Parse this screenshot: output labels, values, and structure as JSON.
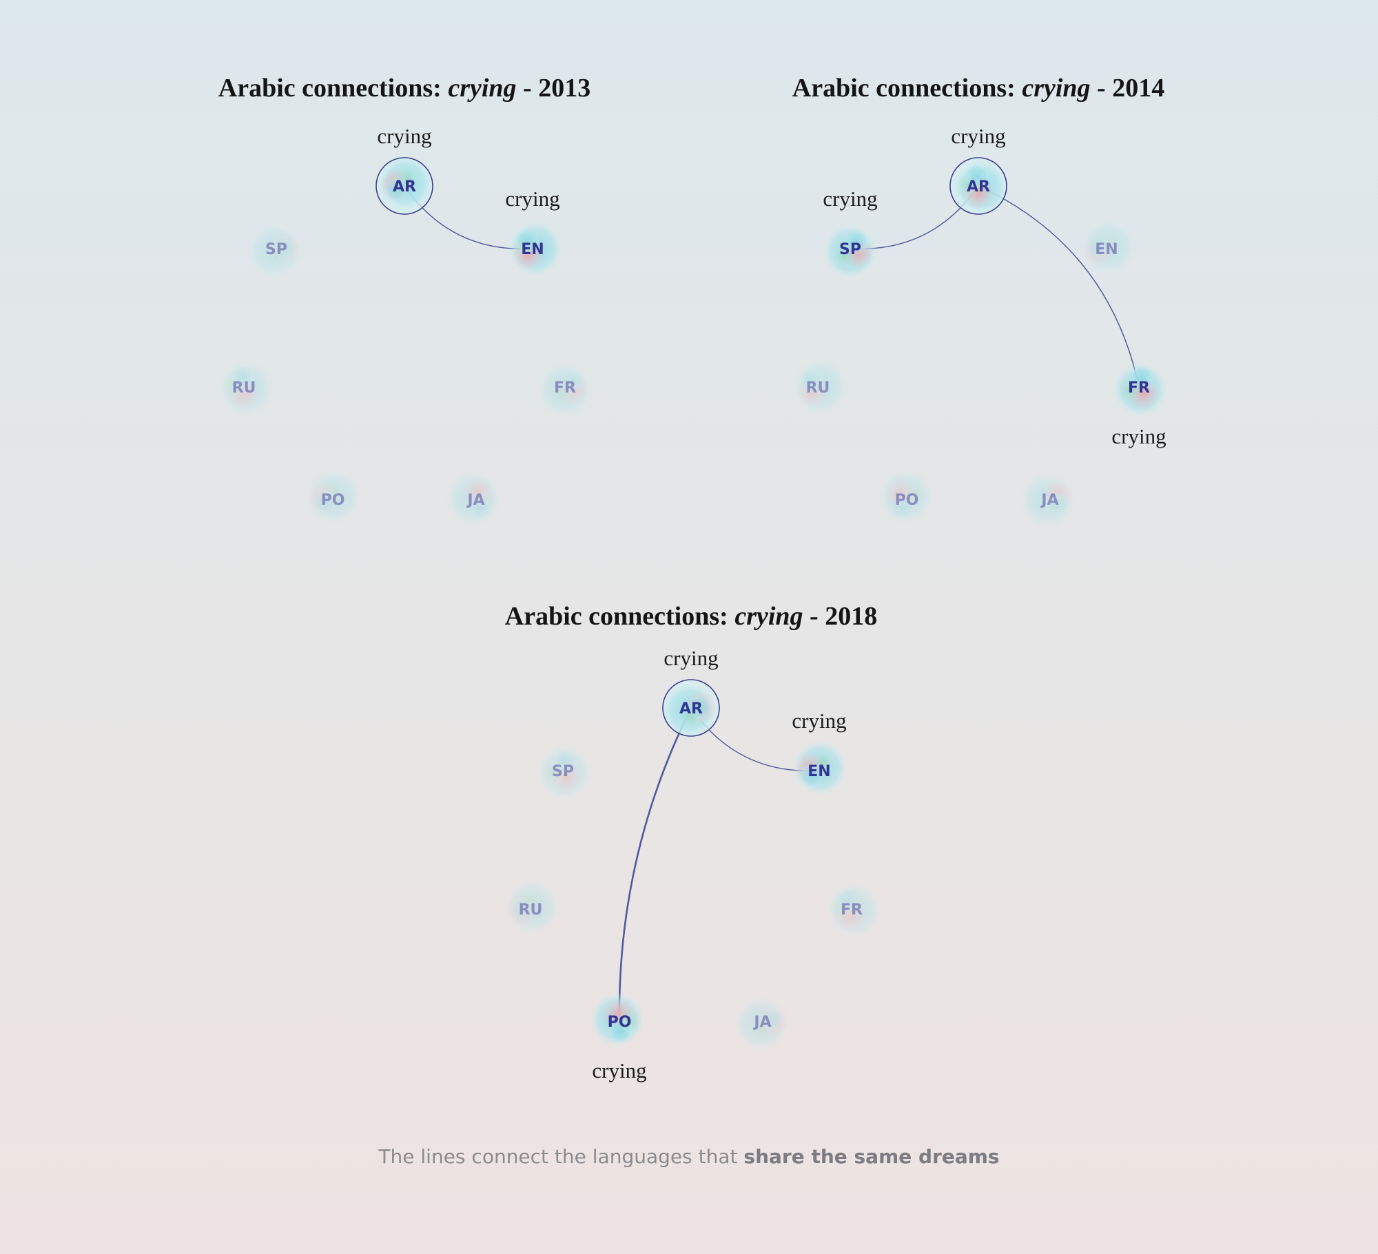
{
  "caption": {
    "text": "The lines connect the languages that ",
    "bold": "share the same dreams"
  },
  "colors": {
    "node_text": "#313693",
    "link": "#525aa0",
    "blob_teal": "#8fd8e3",
    "blob_pink": "#f0a5ae"
  },
  "diagrams": [
    {
      "title_prefix": "Arabic connections: ",
      "title_italic": "crying",
      "title_suffix": " - 2013",
      "center": {
        "code": "AR",
        "word": "crying"
      },
      "nodes": [
        {
          "code": "EN",
          "active": true,
          "word": "crying",
          "word_pos": "above"
        },
        {
          "code": "FR",
          "active": false
        },
        {
          "code": "JA",
          "active": false
        },
        {
          "code": "PO",
          "active": false
        },
        {
          "code": "RU",
          "active": false
        },
        {
          "code": "SP",
          "active": false
        }
      ]
    },
    {
      "title_prefix": "Arabic connections: ",
      "title_italic": "crying",
      "title_suffix": " - 2014",
      "center": {
        "code": "AR",
        "word": "crying"
      },
      "nodes": [
        {
          "code": "EN",
          "active": false
        },
        {
          "code": "FR",
          "active": true,
          "word": "crying",
          "word_pos": "below"
        },
        {
          "code": "JA",
          "active": false
        },
        {
          "code": "PO",
          "active": false
        },
        {
          "code": "RU",
          "active": false
        },
        {
          "code": "SP",
          "active": true,
          "word": "crying",
          "word_pos": "above"
        }
      ]
    },
    {
      "title_prefix": "Arabic connections: ",
      "title_italic": "crying",
      "title_suffix": " - 2018",
      "center": {
        "code": "AR",
        "word": "crying"
      },
      "nodes": [
        {
          "code": "EN",
          "active": true,
          "word": "crying",
          "word_pos": "above"
        },
        {
          "code": "FR",
          "active": false
        },
        {
          "code": "JA",
          "active": false
        },
        {
          "code": "PO",
          "active": true,
          "word": "crying",
          "word_pos": "below",
          "strong": true
        },
        {
          "code": "RU",
          "active": false
        },
        {
          "code": "SP",
          "active": false
        }
      ]
    }
  ]
}
